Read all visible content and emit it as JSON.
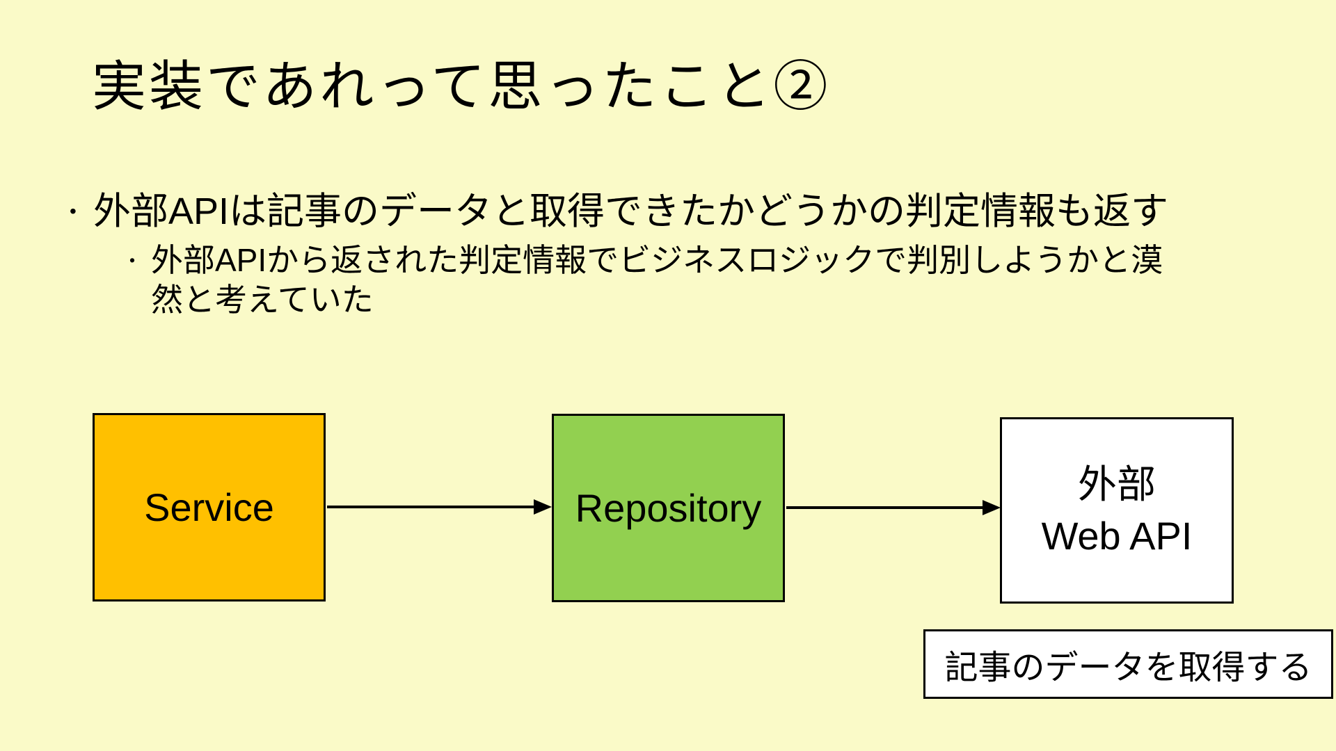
{
  "slide": {
    "title": "実装であれって思ったこと②",
    "bullet_char": "•",
    "bullets": {
      "level1": "外部APIは記事のデータと取得できたかどうかの判定情報も返す",
      "level2_line1": "外部APIから返された判定情報でビジネスロジックで判別しようかと漠",
      "level2_line2": "然と考えていた"
    },
    "diagram": {
      "service_label": "Service",
      "repository_label": "Repository",
      "webapi_label_line1": "外部",
      "webapi_label_line2": "Web API",
      "caption": "記事のデータを取得する",
      "colors": {
        "background": "#FAFAC8",
        "service_fill": "#FFC000",
        "repository_fill": "#92D050",
        "webapi_fill": "#FFFFFF",
        "border_and_text": "#000000"
      }
    }
  }
}
